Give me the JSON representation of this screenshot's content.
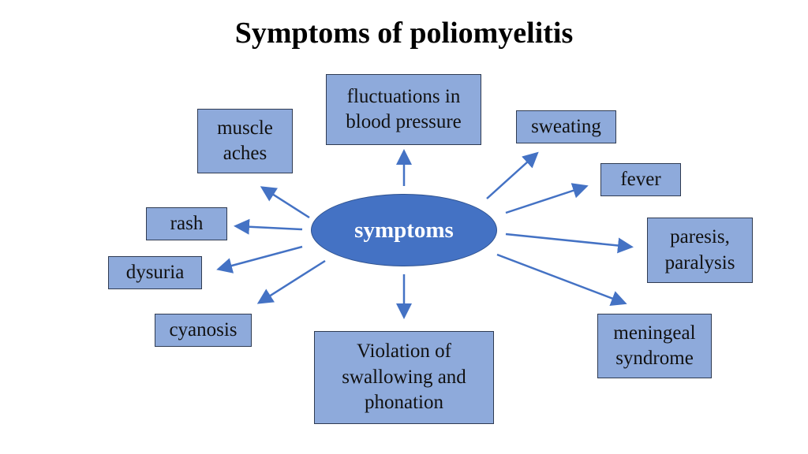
{
  "title": "Symptoms of poliomyelitis",
  "center": {
    "label": "symptoms"
  },
  "symptoms": {
    "fluctuations": "fluctuations in\nblood pressure",
    "muscle": "muscle\naches",
    "sweating": "sweating",
    "fever": "fever",
    "rash": "rash",
    "paresis": "paresis,\nparalysis",
    "dysuria": "dysuria",
    "cyanosis": "cyanosis",
    "violation": "Violation of\nswallowing and\nphonation",
    "meningeal": "meningeal\nsyndrome"
  },
  "colors": {
    "box_fill": "#8eaadb",
    "box_border": "#2f3b52",
    "center_fill": "#4472c4",
    "arrow": "#4472c4"
  }
}
